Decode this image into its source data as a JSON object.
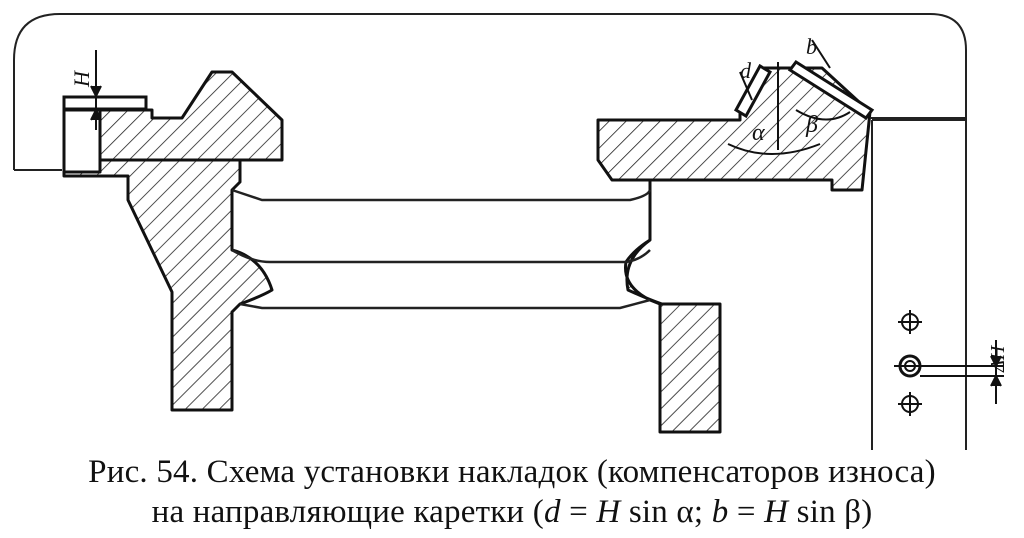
{
  "figure": {
    "labels": {
      "H_left": "H",
      "d": "d",
      "b": "b",
      "alpha": "α",
      "beta": "β",
      "delta_H": "ΔH"
    }
  },
  "caption": {
    "line1": "Рис. 54. Схема установки накладок (компенсаторов износа)",
    "line2_prefix": "на направляющие каретки (",
    "d": "d",
    "eq1": " = ",
    "H1": "H",
    "sin_alpha": " sin α; ",
    "b": "b",
    "eq2": " = ",
    "H2": "H",
    "sin_beta": " sin β)"
  }
}
